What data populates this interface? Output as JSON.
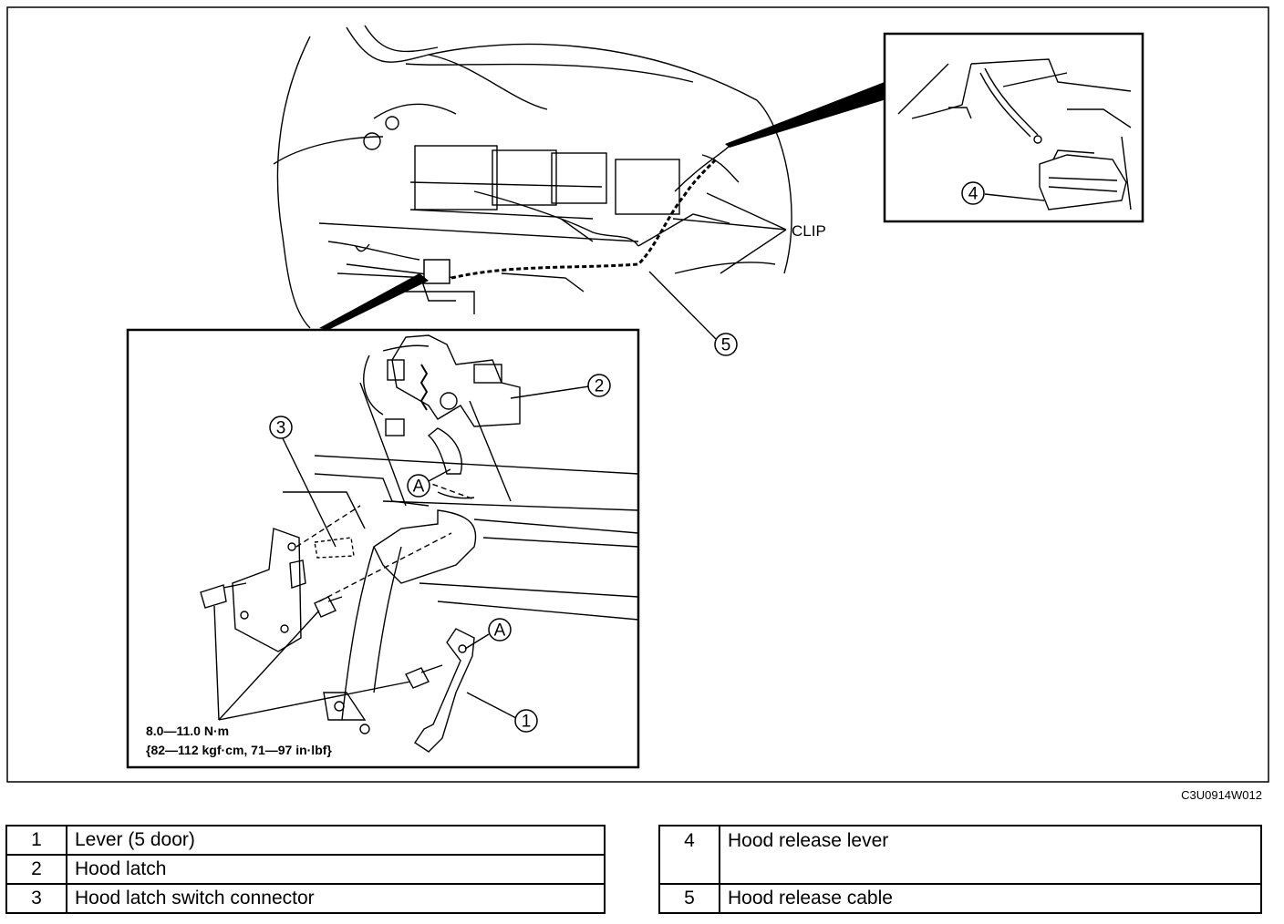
{
  "callouts": {
    "c1": "1",
    "c2": "2",
    "c3": "3",
    "c4": "4",
    "c5": "5",
    "a1": "A",
    "a2": "A"
  },
  "clip_label": "CLIP",
  "torque": {
    "line1": "8.0—11.0 N·m",
    "line2": "{82—112 kgf·cm, 71—97 in·lbf}"
  },
  "figure_code": "C3U0914W012",
  "legend_left": [
    {
      "num": "1",
      "name": "Lever (5 door)"
    },
    {
      "num": "2",
      "name": "Hood latch"
    },
    {
      "num": "3",
      "name": "Hood latch switch connector"
    }
  ],
  "legend_right": [
    {
      "num": "4",
      "name": "Hood release lever"
    },
    {
      "num": "5",
      "name": "Hood release cable"
    }
  ]
}
